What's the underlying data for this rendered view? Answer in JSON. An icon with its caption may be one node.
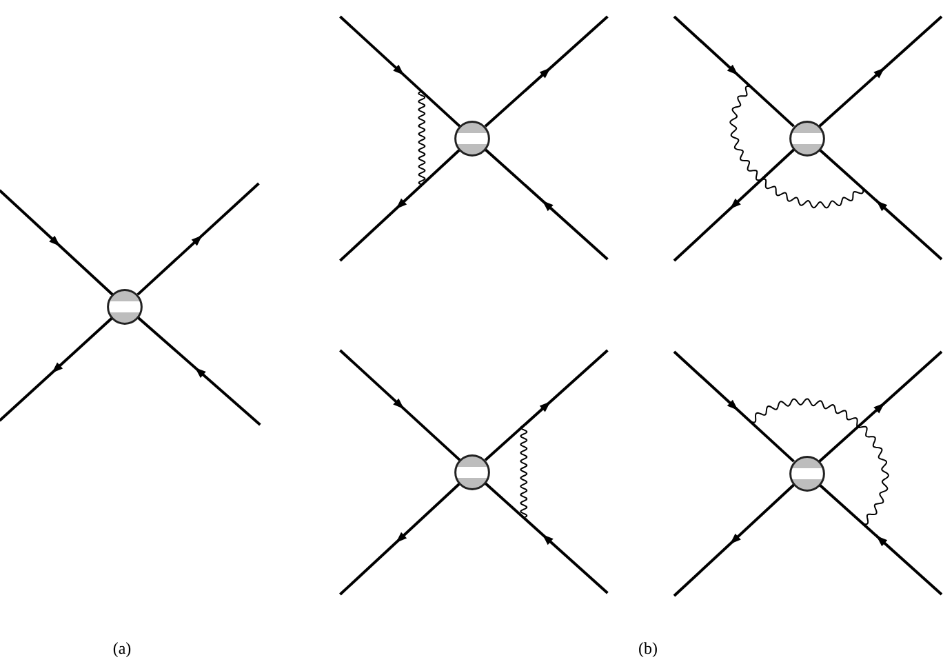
{
  "diagram": {
    "nodes": [
      {
        "text": [],
        "shape": "circle"
      },
      {
        "text": [],
        "shape": "circle"
      },
      {
        "text": [],
        "shape": "circle"
      },
      {
        "text": [],
        "shape": "circle"
      },
      {
        "text": [],
        "shape": "circle"
      }
    ],
    "edges": [
      {
        "from": null,
        "to": 0,
        "arrow": "to"
      },
      {
        "from": 0,
        "to": null,
        "arrow": "to"
      },
      {
        "from": 0,
        "to": null,
        "arrow": "to"
      },
      {
        "from": null,
        "to": 0,
        "arrow": "to"
      },
      {
        "from": null,
        "to": 1,
        "arrow": "to"
      },
      {
        "from": 1,
        "to": null,
        "arrow": "to"
      },
      {
        "from": 1,
        "to": null,
        "arrow": "to"
      },
      {
        "from": null,
        "to": 1,
        "arrow": "to"
      },
      {
        "from": null,
        "to": 2,
        "arrow": "to"
      },
      {
        "from": 2,
        "to": null,
        "arrow": "to"
      },
      {
        "from": 2,
        "to": null,
        "arrow": "to"
      },
      {
        "from": null,
        "to": 2,
        "arrow": "to"
      },
      {
        "from": null,
        "to": 3,
        "arrow": "to"
      },
      {
        "from": 3,
        "to": null,
        "arrow": "to"
      },
      {
        "from": 3,
        "to": null,
        "arrow": "to"
      },
      {
        "from": null,
        "to": 3,
        "arrow": "to"
      },
      {
        "from": null,
        "to": 4,
        "arrow": "to"
      },
      {
        "from": 4,
        "to": null,
        "arrow": "to"
      },
      {
        "from": 4,
        "to": null,
        "arrow": "to"
      },
      {
        "from": null,
        "to": 4,
        "arrow": "to"
      }
    ],
    "labels": [
      "(a)",
      "(b)"
    ]
  }
}
